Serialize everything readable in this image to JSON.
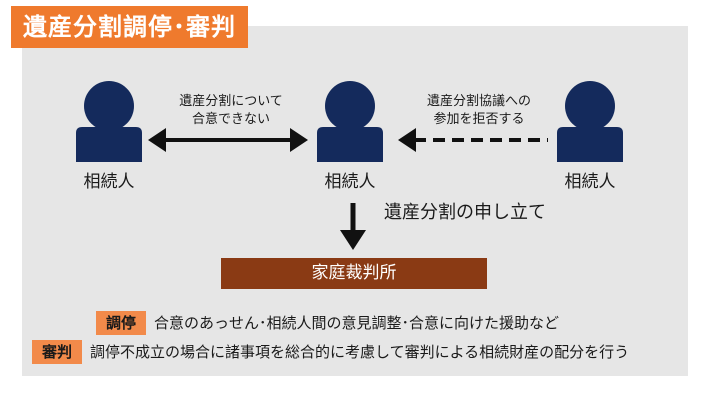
{
  "header": {
    "title": "遺産分割調停･審判"
  },
  "persons": [
    {
      "label": "相続人"
    },
    {
      "label": "相続人"
    },
    {
      "label": "相続人"
    }
  ],
  "edges": {
    "left_note": [
      "遺産分割について",
      "合意できない"
    ],
    "right_note": [
      "遺産分割協議への",
      "参加を拒否する"
    ]
  },
  "filing": {
    "label": "遺産分割の申し立て"
  },
  "court": {
    "label": "家庭裁判所"
  },
  "definitions": [
    {
      "term": "調停",
      "desc": "合意のあっせん･相続人間の意見調整･合意に向けた援助など"
    },
    {
      "term": "審判",
      "desc": "調停不成立の場合に諸事項を総合的に考慮して審判による相続財産の配分を行う"
    }
  ],
  "colors": {
    "accent": "#ef7a2d",
    "person": "#142a5c",
    "court": "#8a3a14",
    "tag": "#f28a4a",
    "panel": "#e6e6e6"
  }
}
